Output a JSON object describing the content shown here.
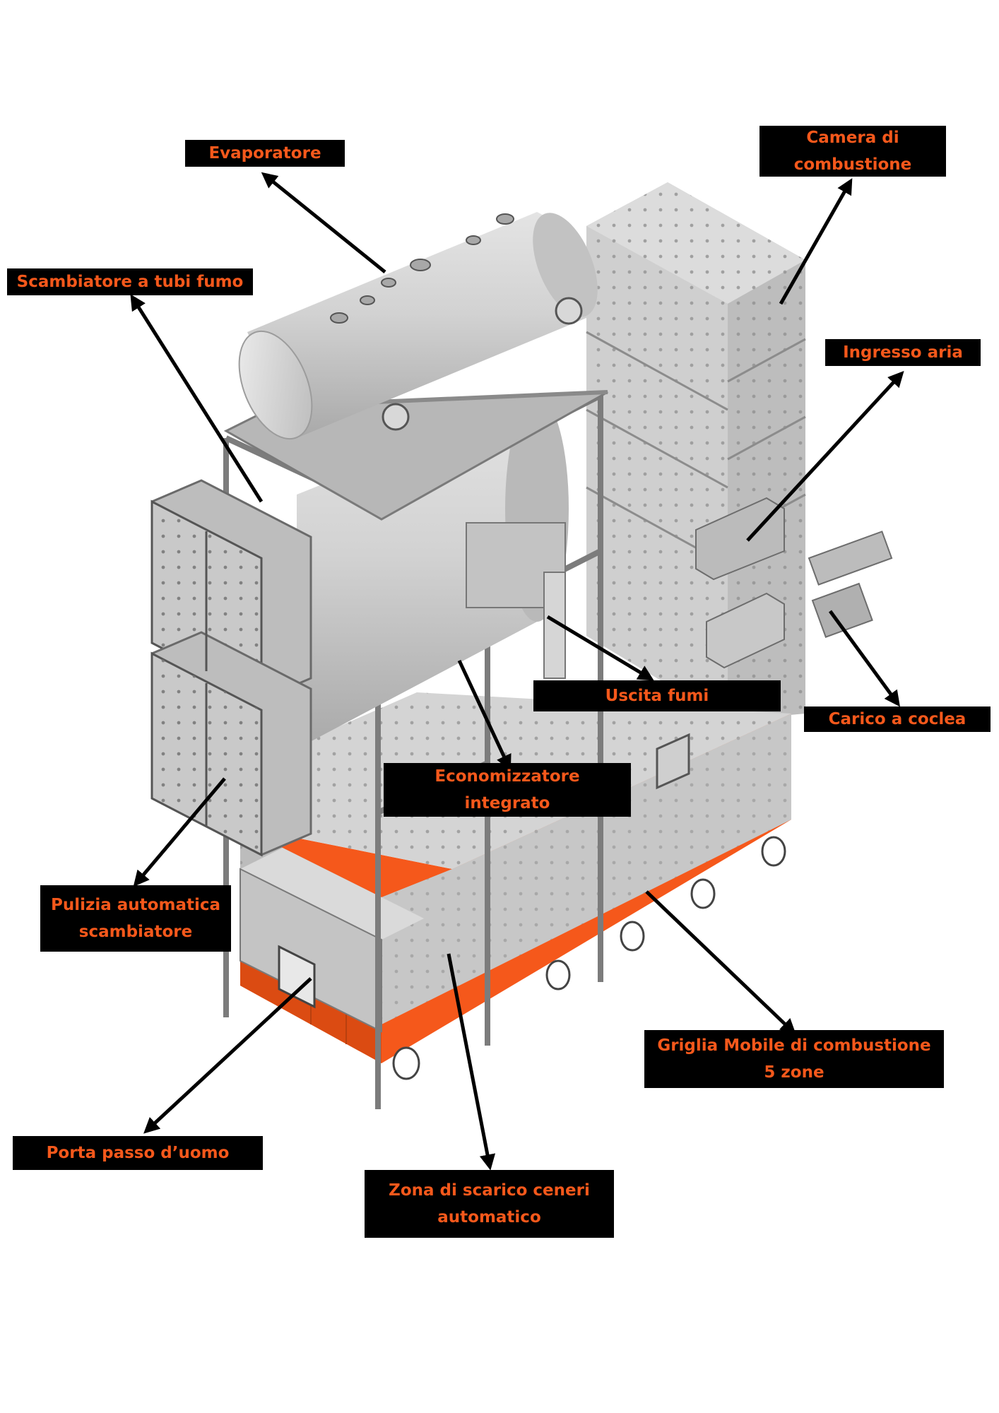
{
  "labels": {
    "evaporatore": [
      "Evaporatore"
    ],
    "camera": [
      "Camera di",
      "combustione"
    ],
    "scambiatore": [
      "Scambiatore a tubi fumo"
    ],
    "ingresso": [
      "Ingresso aria"
    ],
    "uscita": [
      "Uscita fumi"
    ],
    "carico": [
      "Carico a coclea"
    ],
    "economizzatore": [
      "Economizzatore",
      "integrato"
    ],
    "pulizia": [
      "Pulizia automatica",
      "scambiatore"
    ],
    "griglia": [
      "Griglia Mobile di combustione",
      "5 zone"
    ],
    "porta": [
      "Porta passo d’uomo"
    ],
    "zona": [
      "Zona di scarico ceneri",
      "automatico"
    ]
  },
  "colors": {
    "label_bg": "#000000",
    "label_text": "#f5581b",
    "grate_orange": "#f5581b",
    "steel": "#cfcfcf",
    "steel_dark": "#9a9a9a",
    "frame": "#8a8a8a"
  }
}
